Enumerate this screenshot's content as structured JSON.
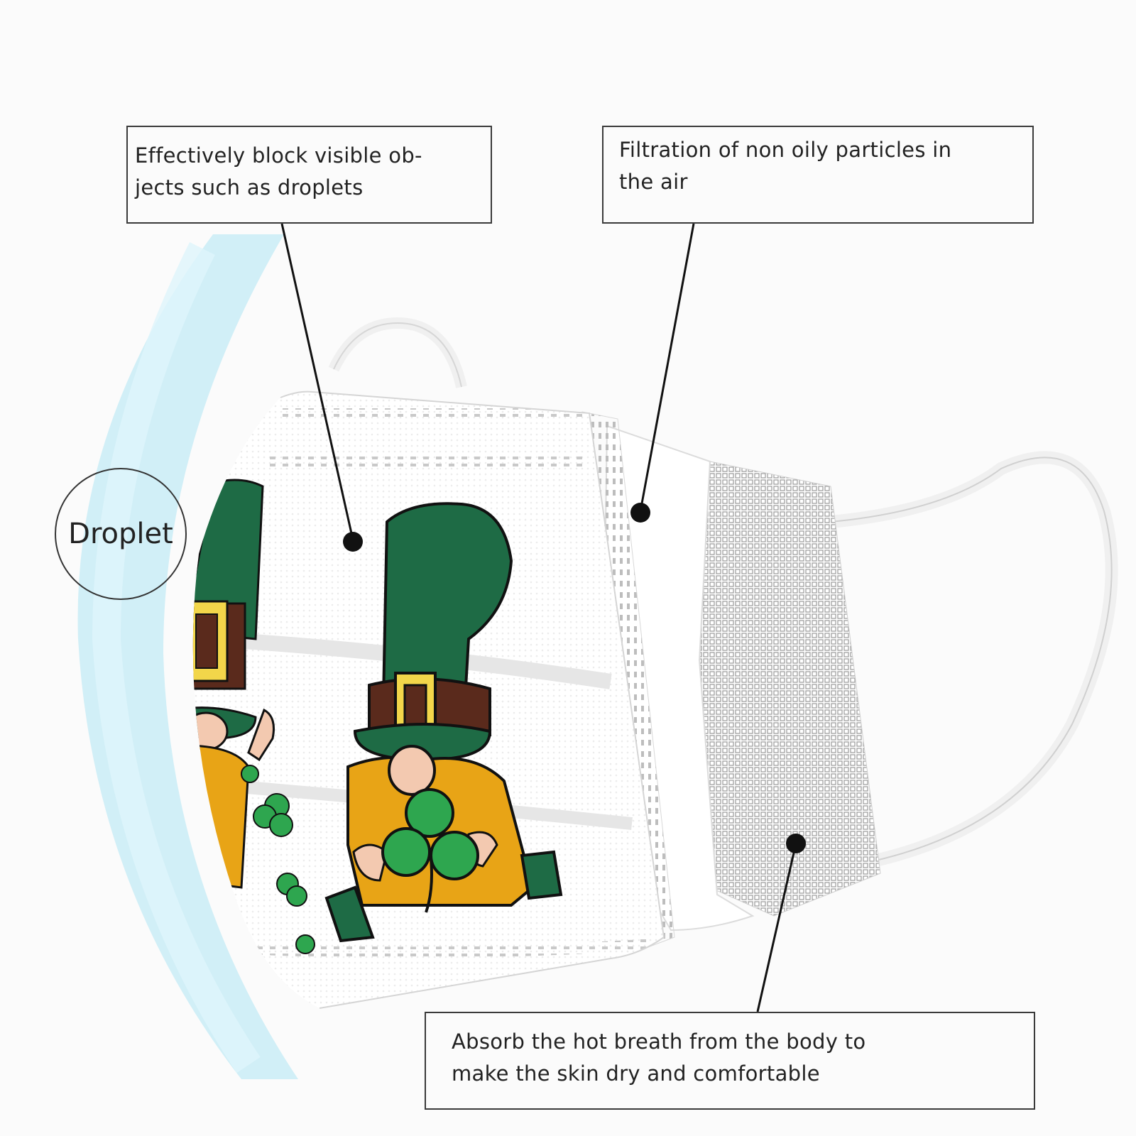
{
  "callouts": {
    "top_left": {
      "line1": "Effectively block visible ob-",
      "line2": "jects such as droplets"
    },
    "top_right": {
      "line1": "Filtration of non oily particles in",
      "line2": "the air"
    },
    "bottom": {
      "line1": "Absorb the hot breath from the body to",
      "line2": "make the skin dry and comfortable"
    }
  },
  "droplet_label": "Droplet",
  "colors": {
    "hat_green": "#1e6b45",
    "hat_band": "#5a2a1c",
    "buckle": "#f2d64a",
    "beard": "#e8a416",
    "shamrock": "#2ea64f",
    "nose": "#f3c9b0",
    "blue_glow": "#bfe7f2"
  }
}
